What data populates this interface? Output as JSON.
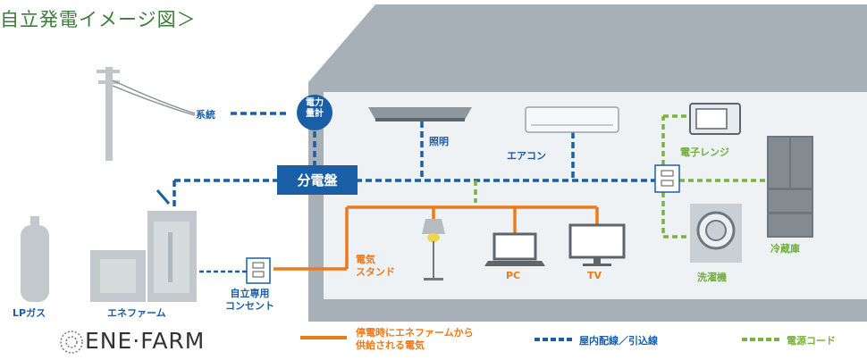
{
  "title": "自立発電イメージ図＞",
  "labels": {
    "grid": "系統",
    "meter": "電力\n量計",
    "panel": "分電盤",
    "lighting": "照明",
    "aircon": "エアコン",
    "microwave": "電子レンジ",
    "fridge": "冷蔵庫",
    "washer": "洗濯機",
    "lamp": "電気\nスタンド",
    "pc": "PC",
    "tv": "TV",
    "lpgas": "LPガス",
    "enefarm_unit": "エネファーム",
    "outlet": "自立専用\nコンセント"
  },
  "brand": "ENE·FARM",
  "legend": {
    "orange": "停電時にエネファームから\n供給される電気",
    "blue": "屋内配線／引込線",
    "green": "電源コード"
  },
  "colors": {
    "blue": "#1a5ea6",
    "orange": "#ec7a1c",
    "green": "#7bb23f",
    "house": "#9aa5ad",
    "house_inner": "#eef2f4",
    "title": "#3c7d3c"
  }
}
